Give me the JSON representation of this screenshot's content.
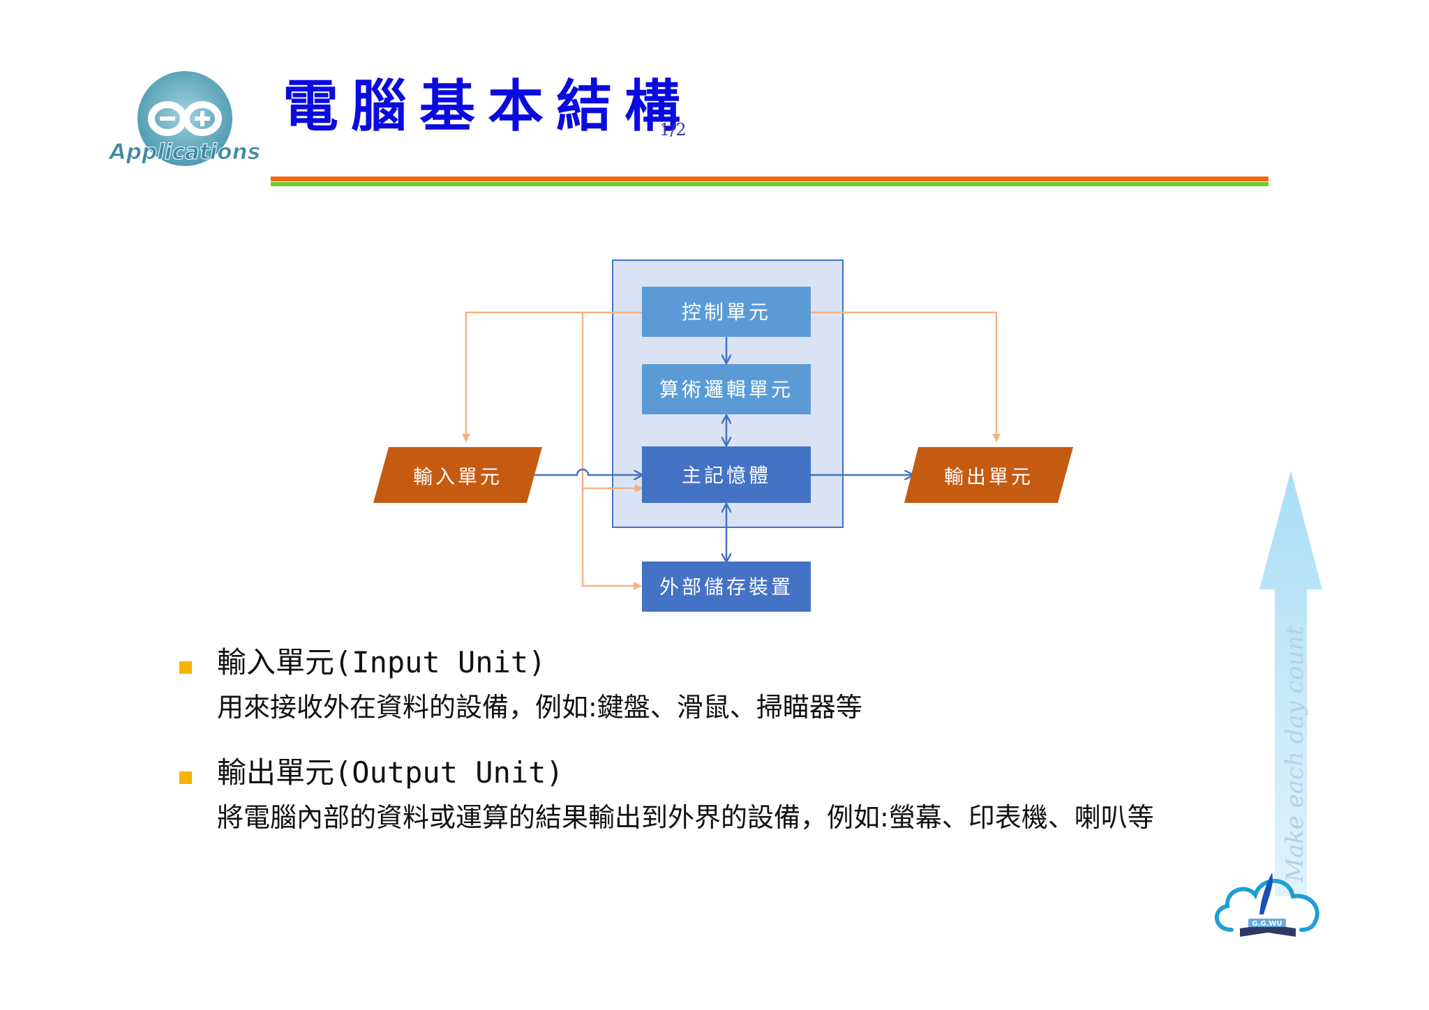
{
  "header": {
    "logo_text": "Applications",
    "title": "電腦基本結構",
    "page_indicator": "1/2"
  },
  "diagram": {
    "control_unit": "控制單元",
    "alu": "算術邏輯單元",
    "main_memory": "主記憶體",
    "external_storage": "外部儲存裝置",
    "input_unit": "輸入單元",
    "output_unit": "輸出單元"
  },
  "bullets": [
    {
      "heading": "輸入單元(Input Unit)",
      "description": "用來接收外在資料的設備，例如:鍵盤、滑鼠、掃瞄器等"
    },
    {
      "heading": "輸出單元(Output Unit)",
      "description": "將電腦內部的資料或運算的結果輸出到外界的設備，例如:螢幕、印表機、喇叭等"
    }
  ],
  "decor": {
    "side_text": "Make each day count",
    "corner_logo_text": "G.G.WU"
  },
  "colors": {
    "title": "#0b0be0",
    "rule_orange": "#f26a17",
    "rule_green": "#73c82c",
    "node_light": "#5b9bd5",
    "node_dark": "#4472c4",
    "io_unit": "#c55a11",
    "connector_orange": "#f4b183",
    "connector_blue": "#4472c4",
    "bullet": "#f6b400"
  }
}
